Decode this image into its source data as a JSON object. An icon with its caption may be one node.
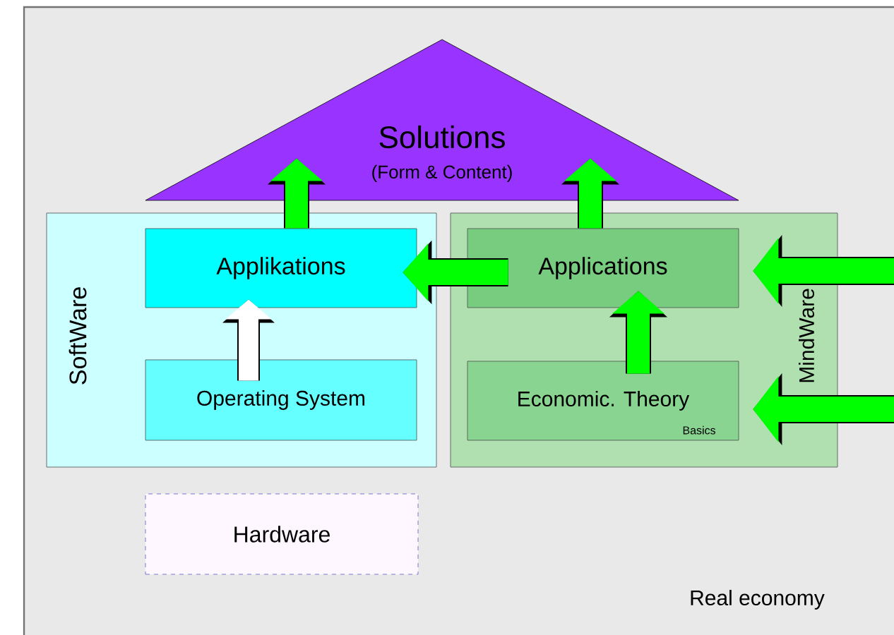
{
  "diagram": {
    "nodes": [
      {
        "text": [
          "Solutions",
          "(Form & Content)"
        ]
      },
      {
        "text": [
          "SoftWare"
        ]
      },
      {
        "text": [
          "Applikations"
        ],
        "in": 1
      },
      {
        "text": [
          "Operating System"
        ],
        "in": 1
      },
      {
        "text": [
          "MindWare"
        ]
      },
      {
        "text": [
          "Applications"
        ],
        "in": 4
      },
      {
        "text": [
          "Economic. Theory",
          "Basics"
        ],
        "in": 4
      },
      {
        "text": [
          "Hardware"
        ]
      }
    ],
    "edges": [
      {
        "from": 2,
        "to": 0,
        "arrow": "to"
      },
      {
        "from": 5,
        "to": 0,
        "arrow": "to"
      },
      {
        "from": 5,
        "to": 2,
        "arrow": "to"
      },
      {
        "from": 3,
        "to": 2,
        "arrow": "to",
        "color": "#ffffff"
      },
      {
        "from": 6,
        "to": 5,
        "arrow": "to"
      },
      {
        "from": null,
        "to": 5,
        "arrow": "to"
      },
      {
        "from": null,
        "to": 6,
        "arrow": "to"
      }
    ],
    "labels": [
      "Real economy"
    ]
  }
}
